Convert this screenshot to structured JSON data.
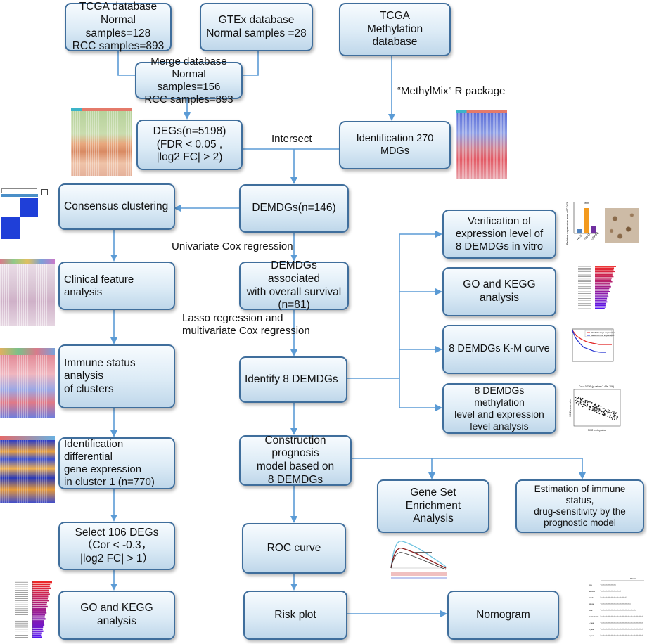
{
  "boxes": {
    "tcga_database": "TCGA database\nNormal samples=128\nRCC samples=893",
    "gtex_database": "GTEx database\nNormal samples =28",
    "tcga_methylation": "TCGA\nMethylation database",
    "merge_database": "Merge database\nNormal samples=156\nRCC samples=893",
    "degs": "DEGs(n=5198)\n(FDR < 0.05 ,\n|log2 FC| > 2)",
    "mdgs": "Identification 270 MDGs",
    "demdgs": "DEMDGs(n=146)",
    "consensus_clustering": "Consensus clustering",
    "clinical_feature": "Clinical feature analysis",
    "survival": "DEMDGs associated\nwith overall survival\n(n=81)",
    "immune_status_clusters": "Immune status analysis\nof clusters",
    "identify_8": "Identify  8 DEMDGs",
    "diff_expression": "Identification differential\ngene expression\nin cluster 1 (n=770)",
    "select_106": "Select 106 DEGs\n（Cor < -0.3，\n|log2 FC| > 1）",
    "go_kegg_left": "GO and KEGG\nanalysis",
    "prognosis_model": "Construction prognosis\nmodel based on\n8 DEMDGs",
    "roc": "ROC curve",
    "risk_plot": "Risk plot",
    "nomogram": "Nomogram",
    "gsea": "Gene Set Enrichment\nAnalysis",
    "immune_estimation": "Estimation of immune status,\ndrug-sensitivity by the\nprognostic model",
    "verification": "Verification of\nexpression level of\n8 DEMDGs in vitro",
    "go_kegg_right": "GO and KEGG\nanalysis",
    "km_curve": "8 DEMDGs K-M curve",
    "methylation_level": "8 DEMDGs methylation\nlevel and expression\nlevel analysis"
  },
  "labels": {
    "methylmix": "“MethylMix” R package",
    "intersect": "Intersect",
    "univariate": "Univariate Cox regression",
    "lasso": "Lasso regression and\nmultivariate Cox regression"
  },
  "thumb_text": {
    "bar_ylabel": "Relative expression level\nof CDF3",
    "bar_sig": "***",
    "bar_x1": "HK-2",
    "bar_x2": "786-O",
    "bar_x3": "OSRC2",
    "scatter_title": "Cor=-0.759 (p-value=7.48e-106)",
    "scatter_ylabel": "SIX2 expression",
    "scatter_xlabel": "SIX2 methylation",
    "km_legend1": "DEMDGs high expression",
    "km_legend2": "DEMDGs low expression",
    "nomogram_top": "Points",
    "nomogram_rows": [
      "Age",
      "Gender",
      "Grade",
      "Stage",
      "Risk",
      "Total Points",
      "1-year",
      "3-year",
      "5-year"
    ]
  },
  "colors": {
    "border": "#3f6e9c",
    "arrow": "#5b9bd5",
    "bar_orange": "#f39a1e",
    "bar_blue": "#4f81bd",
    "bar_purple": "#7030a0",
    "heat_blue": "#1f3fd8",
    "heat_red": "#e0303a",
    "km_red": "#e02020",
    "km_blue": "#2030d0"
  }
}
